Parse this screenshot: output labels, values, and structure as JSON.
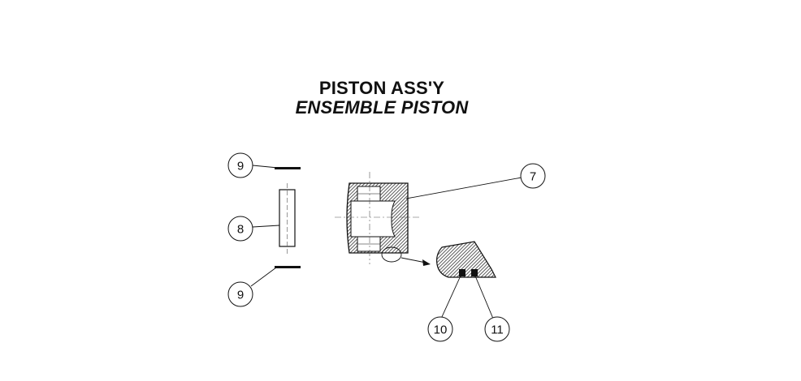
{
  "title": {
    "line1": "PISTON ASS'Y",
    "line2": "ENSEMBLE PISTON"
  },
  "callouts": {
    "c9_top": "9",
    "c8": "8",
    "c9_bottom": "9",
    "c7": "7",
    "c10": "10",
    "c11": "11"
  },
  "colors": {
    "ink": "#111111",
    "hatch": "#333333"
  }
}
